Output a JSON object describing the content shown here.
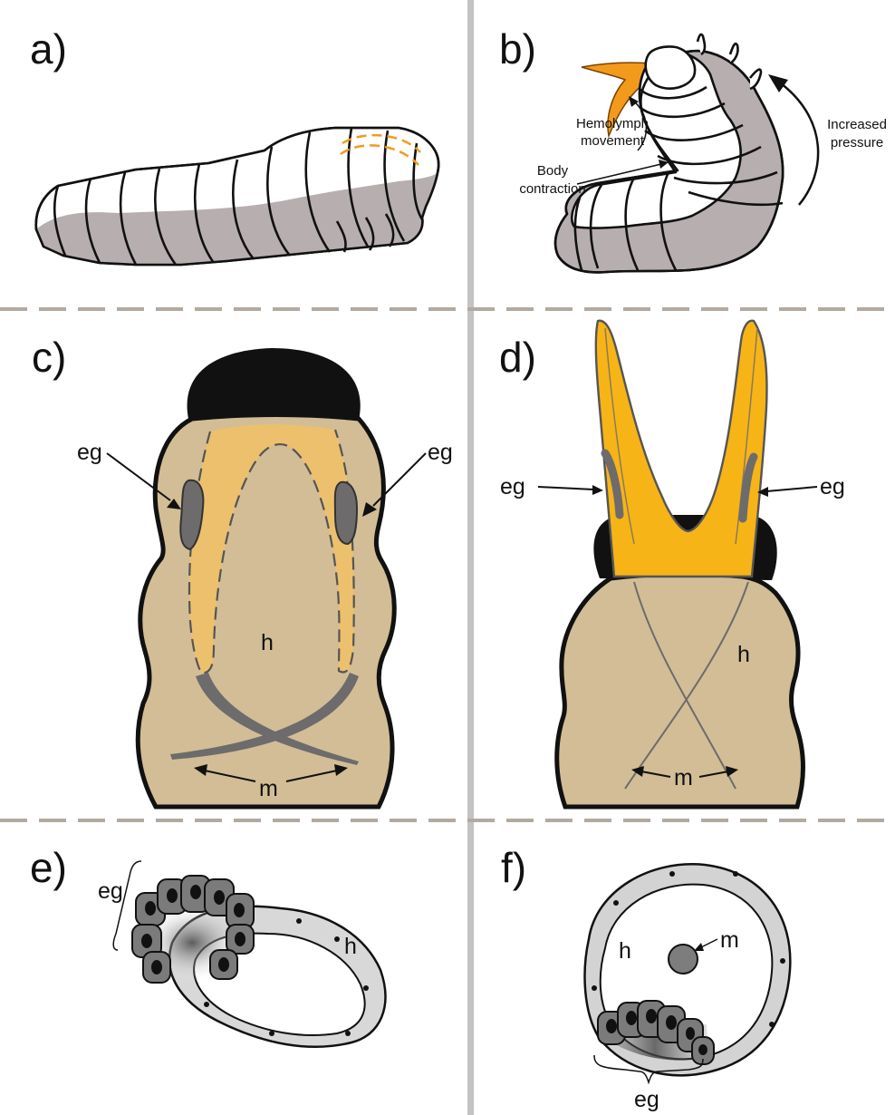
{
  "panels": {
    "a": {
      "letter": "a)"
    },
    "b": {
      "letter": "b)",
      "hemolymph_label_line1": "Hemolymph",
      "hemolymph_label_line2": "movement",
      "body_label_line1": "Body",
      "body_label_line2": "contraction",
      "pressure_label_line1": "Increased",
      "pressure_label_line2": "pressure"
    },
    "c": {
      "letter": "c)",
      "eg_left": "eg",
      "eg_right": "eg",
      "h": "h",
      "m": "m"
    },
    "d": {
      "letter": "d)",
      "eg_left": "eg",
      "eg_right": "eg",
      "h": "h",
      "m": "m"
    },
    "e": {
      "letter": "e)",
      "eg": "eg",
      "h": "h"
    },
    "f": {
      "letter": "f)",
      "eg": "eg",
      "h": "h",
      "m": "m"
    }
  },
  "colors": {
    "body_white": "#ffffff",
    "body_shade": "#b7aeb0",
    "osmeterium_orange": "#f39a1c",
    "gland_yellow": "#f7b417",
    "tissue_tan": "#d2bd96",
    "pale_orange": "#edc06d",
    "gland_gray": "#6d6b6b",
    "divider": "#b2a9a0"
  }
}
